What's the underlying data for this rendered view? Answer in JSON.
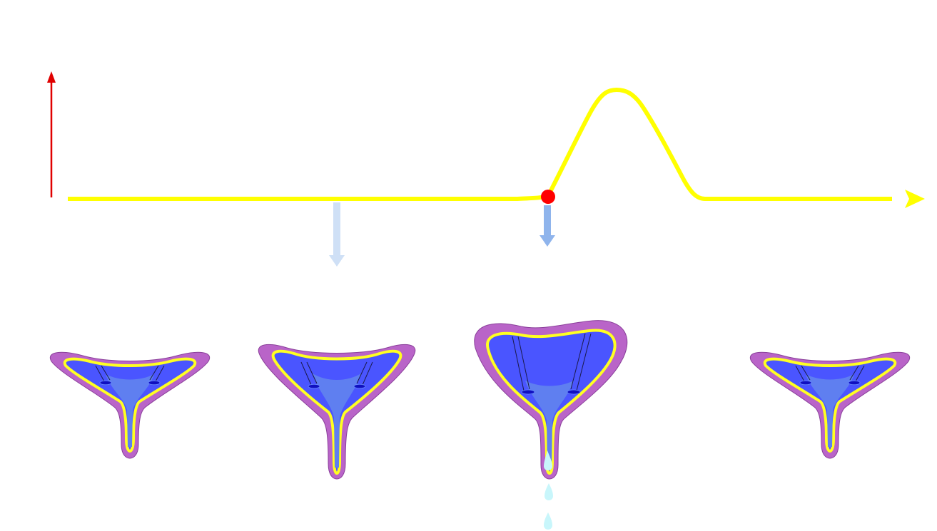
{
  "diagram": {
    "colors": {
      "background": "#ffffff",
      "y_axis": "#e00000",
      "pressure_curve": "#ffff00",
      "threshold_marker": "#ff0000",
      "arrow_light": "#cfe0f6",
      "arrow_medium": "#8fb4ec",
      "bladder_wall": "#b964c8",
      "bladder_wall_outline": "#8a3f9a",
      "bladder_lining": "#ffff22",
      "bladder_lumen": "#4a55ff",
      "trigone": "#5f7ff0",
      "ureteric_orifice": "#1010c0",
      "urine_drop": "#c8f6fb"
    },
    "icons": {
      "y_axis": "arrow-up",
      "x_axis": "arrow-right",
      "threshold_marker": "dot",
      "pointer": "arrow-down",
      "organ": "bladder",
      "fluid": "droplet"
    },
    "stages": [
      {
        "state": "relaxed"
      },
      {
        "state": "filling"
      },
      {
        "state": "full-voiding"
      },
      {
        "state": "relaxed"
      }
    ]
  }
}
